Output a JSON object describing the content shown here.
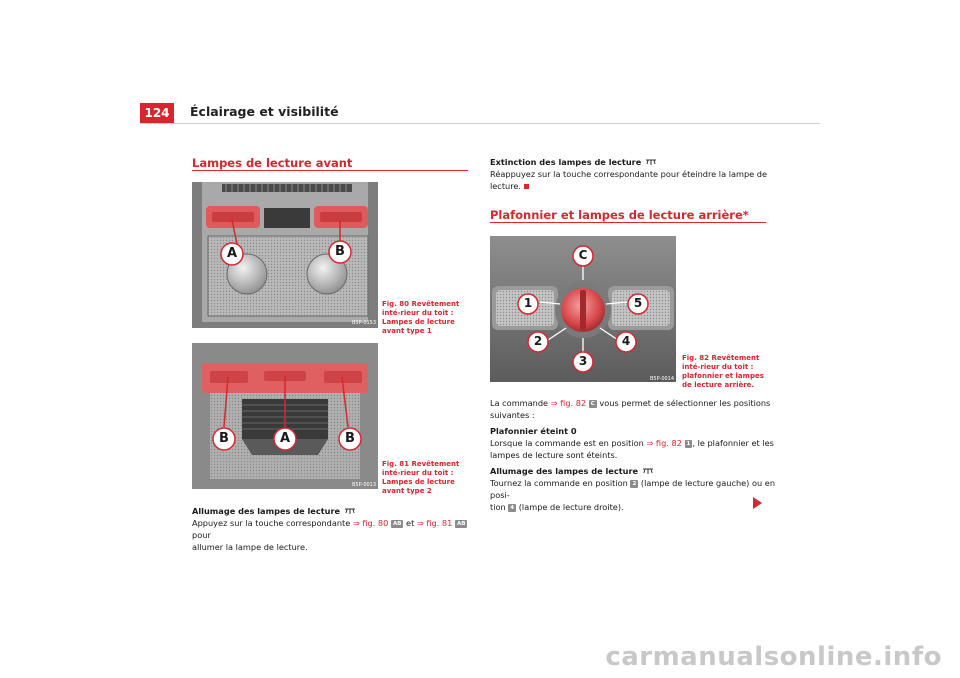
{
  "header": {
    "page_number": "124",
    "chapter_title": "Éclairage et visibilité"
  },
  "left_column": {
    "section_title": "Lampes de lecture avant",
    "fig80": {
      "code": "B5P-0153",
      "caption": "Fig. 80   Revêtement inté-rieur du toit : Lampes de lecture avant type 1",
      "callouts": [
        "A",
        "B"
      ]
    },
    "fig81": {
      "code": "B5P-0013",
      "caption": "Fig. 81   Revêtement inté-rieur du toit : Lampes de lecture avant type 2",
      "callouts": [
        "B",
        "A",
        "B"
      ]
    },
    "switch_on": {
      "heading": "Allumage des lampes de lecture",
      "text_1": "Appuyez sur la touche correspondante",
      "ref_1": "⇒ fig. 80",
      "badge_1": "AB",
      "text_2": "et",
      "ref_2": "⇒ fig. 81",
      "badge_2": "AB",
      "text_3": "pour",
      "text_4": "allumer la lampe de lecture."
    }
  },
  "right_column": {
    "switch_off": {
      "heading": "Extinction des lampes de lecture",
      "text": "Réappuyez sur la touche correspondante pour éteindre la lampe de lecture."
    },
    "section_title": "Plafonnier et lampes de lecture arrière*",
    "fig82": {
      "code": "B5P-0014",
      "caption": "Fig. 82   Revêtement inté-rieur du toit : plafonnier et lampes de lecture arrière.",
      "callouts": [
        "C",
        "1",
        "5",
        "2",
        "4",
        "3"
      ]
    },
    "intro": {
      "text_1": "La commande",
      "ref": "⇒ fig. 82",
      "badge": "C",
      "text_2": "vous permet de sélectionner les positions",
      "text_3": "suivantes :"
    },
    "off": {
      "heading": "Plafonnier éteint 0",
      "text_1": "Lorsque la commande est en position",
      "ref": "⇒ fig. 82",
      "badge": "1",
      "text_2": ", le plafonnier et les",
      "text_3": "lampes de lecture sont éteints."
    },
    "reading": {
      "heading": "Allumage des lampes de lecture",
      "text_1": "Tournez la commande en position",
      "badge_1": "2",
      "text_2": "(lampe de lecture gauche) ou en posi-",
      "text_3": "tion",
      "badge_2": "4",
      "text_4": "(lampe de lecture droite)."
    }
  },
  "watermark": "carmanualsonline.info",
  "colors": {
    "accent_red": "#d7262e",
    "badge_gray": "#8b8b8b"
  }
}
